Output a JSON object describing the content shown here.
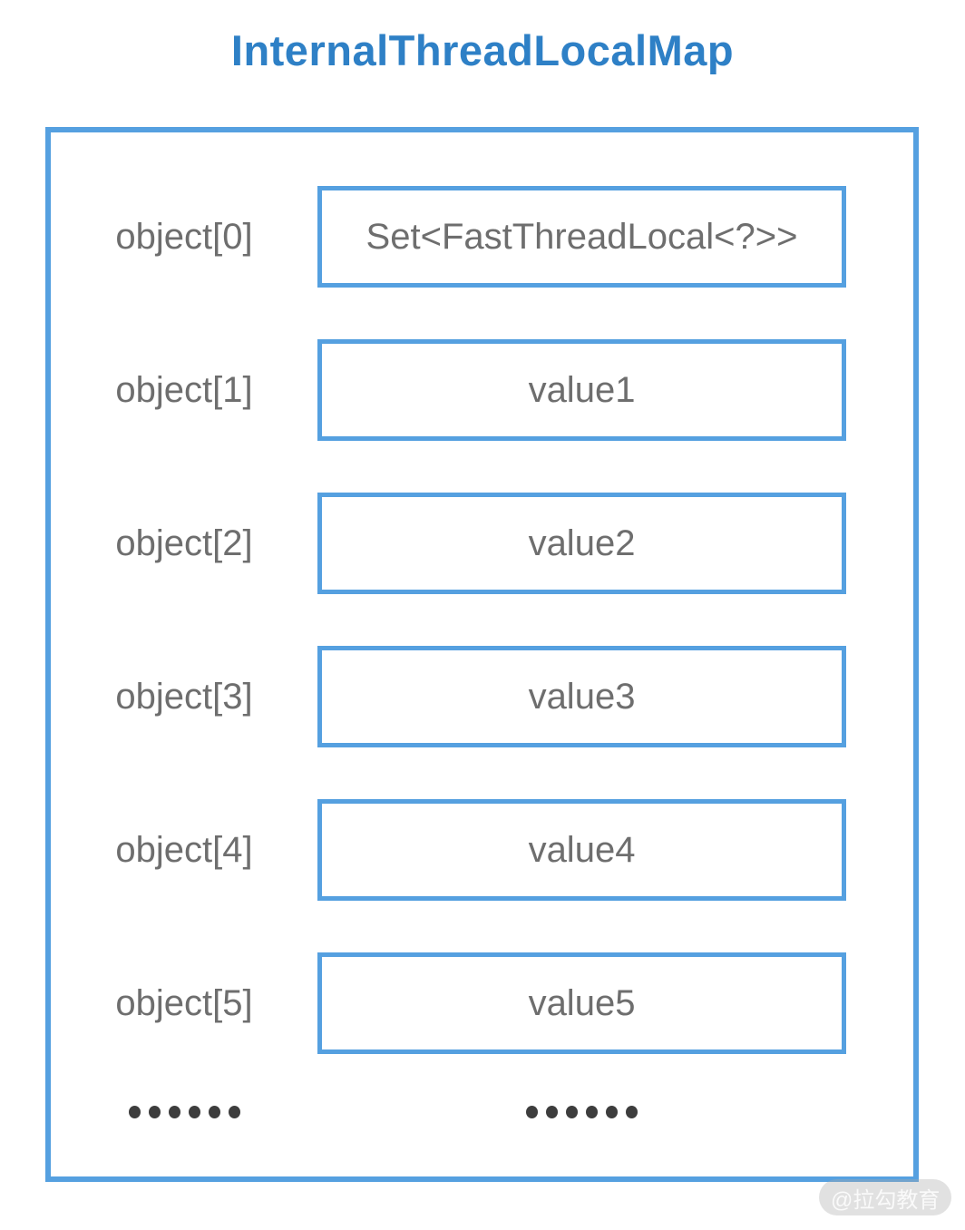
{
  "title": "InternalThreadLocalMap",
  "watermark": "@拉勾教育",
  "colors": {
    "accent": "#55a0e0",
    "title": "#2e80c6",
    "text": "#6e6e6e",
    "dot": "#3d3d3d"
  },
  "map": {
    "rows": [
      {
        "label": "object[0]",
        "value": "Set<FastThreadLocal<?>>"
      },
      {
        "label": "object[1]",
        "value": "value1"
      },
      {
        "label": "object[2]",
        "value": "value2"
      },
      {
        "label": "object[3]",
        "value": "value3"
      },
      {
        "label": "object[4]",
        "value": "value4"
      },
      {
        "label": "object[5]",
        "value": "value5"
      }
    ],
    "ellipsis": {
      "count": 6
    }
  }
}
